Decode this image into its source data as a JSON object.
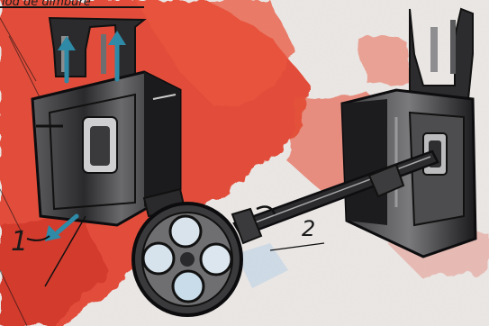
{
  "caption": "lod de dimbure",
  "labels": [
    "1",
    "2"
  ]
}
